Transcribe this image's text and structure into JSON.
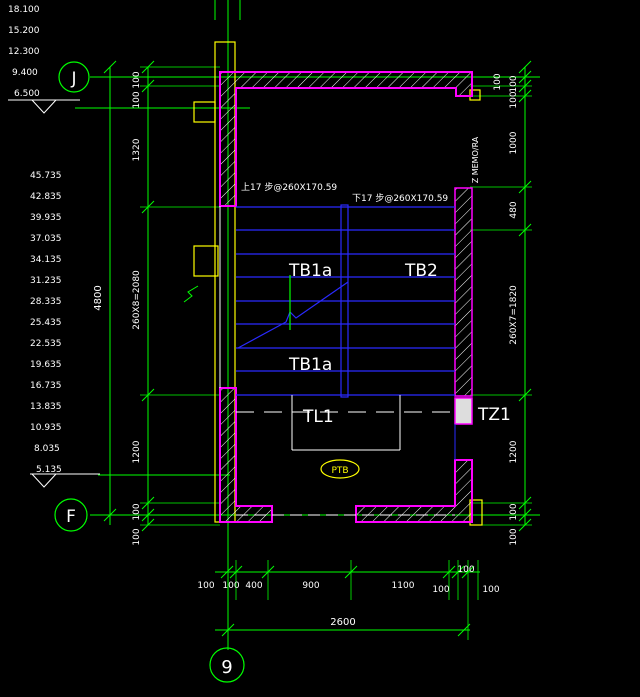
{
  "axes": {
    "top_axis": "J",
    "bottom_axis": "F",
    "col_axis": "9"
  },
  "floor_levels": [
    "18.100",
    "15.200",
    "12.300",
    "9.400",
    "6.500"
  ],
  "landing_levels": [
    "45.735",
    "42.835",
    "39.935",
    "37.035",
    "34.135",
    "31.235",
    "28.335",
    "25.435",
    "22.535",
    "19.635",
    "16.735",
    "13.835",
    "10.935",
    "8.035",
    "5.135"
  ],
  "left_dims": {
    "top_100_a": "100",
    "top_100_b": "100",
    "d1320": "1320",
    "stair": "260X8=2080",
    "d1200": "1200",
    "bot_100_a": "100",
    "bot_100_b": "100",
    "total": "4800"
  },
  "right_dims": {
    "top_100_a": "100",
    "top_100_b": "100",
    "top_100_c": "100",
    "d1000": "1000",
    "d480": "480",
    "stair": "260X7=1820",
    "d1200": "1200",
    "bot_100_a": "100",
    "bot_100_b": "100",
    "vertical_note": "Z MEMO/RA"
  },
  "bottom_dims": {
    "segments": [
      "100",
      "100",
      "400",
      "900",
      "1100",
      "100",
      "100",
      "100"
    ],
    "total": "2600"
  },
  "labels": {
    "up": "上17 步@260X170.59",
    "down": "下17 步@260X170.59",
    "tb1a_top": "TB1a",
    "tb2": "TB2",
    "tb1a_bottom": "TB1a",
    "tl1": "TL1",
    "tz1": "TZ1",
    "ptb": "PTB"
  },
  "colors": {
    "wall": "#ff00ff",
    "stair_line": "#2a2aff",
    "dim_green": "#00ff00",
    "text_white": "#ffffff",
    "text_yellow": "#ffff00",
    "hatch": "#ffffff",
    "background": "#000000"
  }
}
